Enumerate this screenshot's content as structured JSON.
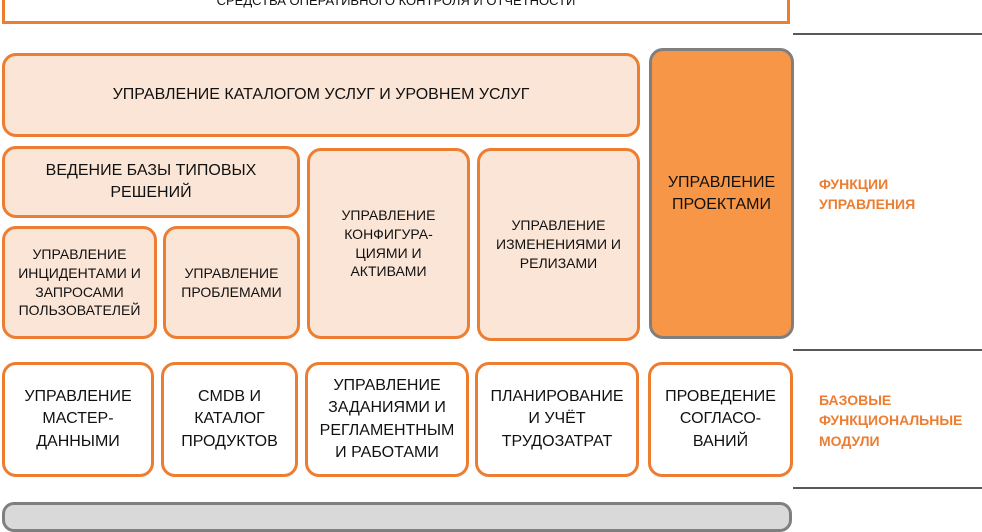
{
  "header": {
    "label": "СРЕДСТВА ОПЕРАТИВНОГО КОНТРОЛЯ И ОТЧЕТНОСТИ"
  },
  "functions": {
    "catalog": "УПРАВЛЕНИЕ КАТАЛОГОМ УСЛУГ И УРОВНЕМ УСЛУГ",
    "knowledge_base": "ВЕДЕНИЕ БАЗЫ ТИПОВЫХ\nРЕШЕНИЙ",
    "incidents": "УПРАВЛЕНИЕ\nИНЦИДЕНТАМИ И\nЗАПРОСАМИ\nПОЛЬЗОВАТЕЛЕЙ",
    "problems": "УПРАВЛЕНИЕ\nПРОБЛЕМАМИ",
    "configurations": "УПРАВЛЕНИЕ\nКОНФИГУРА-\nЦИЯМИ И\nАКТИВАМИ",
    "changes": "УПРАВЛЕНИЕ\nИЗМЕНЕНИЯМИ И\nРЕЛИЗАМИ",
    "projects": "УПРАВЛЕНИЕ\nПРОЕКТАМИ"
  },
  "base_modules": {
    "master_data": "УПРАВЛЕНИЕ\nМАСТЕР-\nДАННЫМИ",
    "cmdb": "CMDB И\nКАТАЛОГ\nПРОДУКТОВ",
    "tasks": "УПРАВЛЕНИЕ\nЗАДАНИЯМИ И\nРЕГЛАМЕНТНЫМ\nИ РАБОТАМИ",
    "planning": "ПЛАНИРОВАНИЕ\nИ УЧЁТ\nТРУДОЗАТРАТ",
    "approvals": "ПРОВЕДЕНИЕ\nСОГЛАСО-\nВАНИЙ"
  },
  "side_labels": {
    "functions": "ФУНКЦИИ\nУПРАВЛЕНИЯ",
    "base": "БАЗОВЫЕ\nФУНКЦИОНАЛЬНЫЕ\nМОДУЛИ"
  },
  "colors": {
    "accent": "#ED7D31",
    "light_fill": "#FBE5D6",
    "highlight_fill": "#F79646",
    "gray_border": "#7F7F7F"
  }
}
